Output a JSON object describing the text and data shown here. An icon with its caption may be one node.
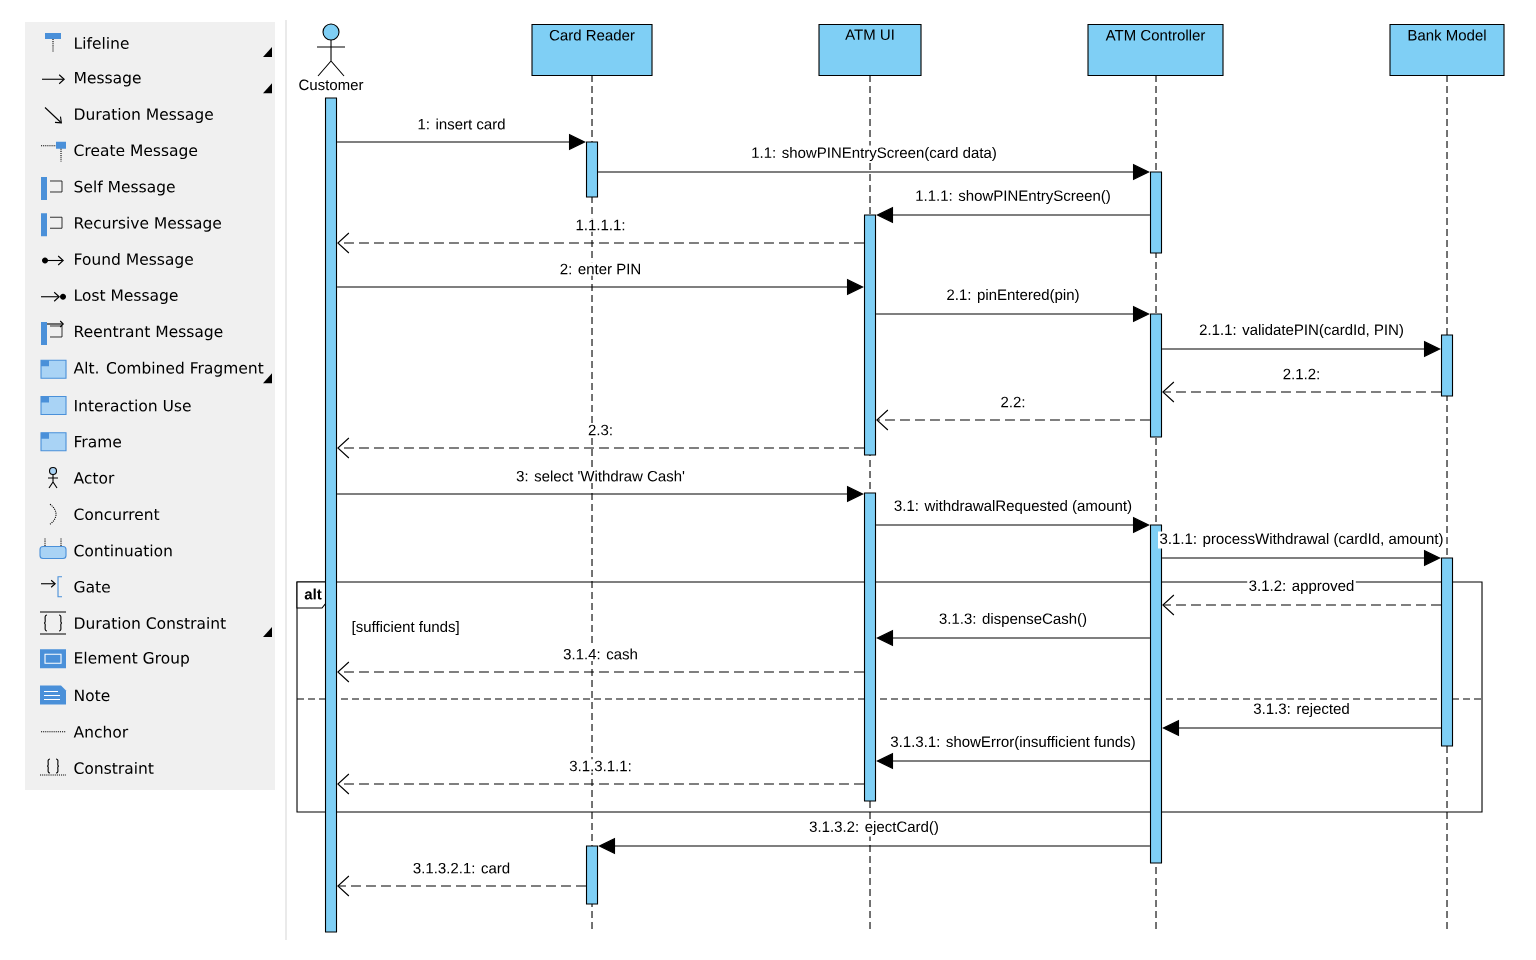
{
  "diagram": {
    "nodes": [
      {
        "text": [
          "Customer"
        ]
      },
      {
        "text": [
          "Card Reader"
        ]
      },
      {
        "text": [
          "ATM UI"
        ]
      },
      {
        "text": [
          "ATM Controller"
        ]
      },
      {
        "text": [
          "Bank Model"
        ]
      },
      {
        "text": [],
        "shape": "bar"
      },
      {
        "text": [],
        "shape": "bar"
      },
      {
        "text": [],
        "shape": "bar"
      },
      {
        "text": [],
        "shape": "bar"
      },
      {
        "text": [],
        "shape": "bar"
      },
      {
        "text": [],
        "shape": "bar"
      },
      {
        "text": [],
        "shape": "bar"
      },
      {
        "text": [],
        "shape": "bar"
      },
      {
        "text": [],
        "shape": "bar"
      },
      {
        "text": [],
        "shape": "bar"
      }
    ],
    "edges": [
      {
        "from": 5,
        "to": 6,
        "arrow": "to",
        "label": "1: insert card"
      },
      {
        "from": 6,
        "to": 8,
        "arrow": "to",
        "label": "1.1: showPINEntryScreen(card data)"
      },
      {
        "from": 8,
        "to": 7,
        "arrow": "to",
        "label": "1.1.1: showPINEntryScreen()"
      },
      {
        "from": 7,
        "to": 5,
        "arrow": "to",
        "label": "1.1.1.1:",
        "style": "dashed"
      },
      {
        "from": 5,
        "to": 7,
        "arrow": "to",
        "label": "2: enter PIN"
      },
      {
        "from": 7,
        "to": 9,
        "arrow": "to",
        "label": "2.1: pinEntered(pin)"
      },
      {
        "from": 9,
        "to": 10,
        "arrow": "to",
        "label": "2.1.1: validatePIN(cardId, PIN)"
      },
      {
        "from": 10,
        "to": 9,
        "arrow": "to",
        "label": "2.1.2:",
        "style": "dashed"
      },
      {
        "from": 9,
        "to": 7,
        "arrow": "to",
        "label": "2.2:",
        "style": "dashed"
      },
      {
        "from": 7,
        "to": 5,
        "arrow": "to",
        "label": "2.3:",
        "style": "dashed"
      },
      {
        "from": 5,
        "to": 11,
        "arrow": "to",
        "label": "3: select 'Withdraw Cash'"
      },
      {
        "from": 11,
        "to": 12,
        "arrow": "to",
        "label": "3.1: withdrawalRequested (amount)"
      },
      {
        "from": 12,
        "to": 13,
        "arrow": "to",
        "label": "3.1.1: processWithdrawal (cardId, amount)"
      },
      {
        "from": 13,
        "to": 12,
        "arrow": "to",
        "label": "3.1.2: approved",
        "style": "dashed"
      },
      {
        "from": 12,
        "to": 11,
        "arrow": "to",
        "label": "3.1.3: dispenseCash()"
      },
      {
        "from": 11,
        "to": 5,
        "arrow": "to",
        "label": "3.1.4: cash",
        "style": "dashed"
      },
      {
        "from": 13,
        "to": 12,
        "arrow": "to",
        "label": "3.1.3: rejected"
      },
      {
        "from": 12,
        "to": 11,
        "arrow": "to",
        "label": "3.1.3.1: showError(insufficient funds)"
      },
      {
        "from": 11,
        "to": 5,
        "arrow": "to",
        "label": "3.1.3.1.1:",
        "style": "dashed"
      },
      {
        "from": 12,
        "to": 14,
        "arrow": "to",
        "label": "3.1.3.2: ejectCard()"
      },
      {
        "from": 14,
        "to": 5,
        "arrow": "to",
        "label": "3.1.3.2.1: card",
        "style": "dashed"
      }
    ],
    "labels": [
      "alt",
      "[sufficient funds]",
      "Lifeline",
      "Message",
      "Duration Message",
      "Create Message",
      "Self Message",
      "Recursive Message",
      "Found Message",
      "Lost Message",
      "Reentrant Message",
      "Alt. Combined Fragment",
      "Interaction Use",
      "Frame",
      "Actor",
      "Concurrent",
      "Continuation",
      "Gate",
      "Duration Constraint",
      "Element Group",
      "Note",
      "Anchor",
      "Constraint"
    ]
  }
}
